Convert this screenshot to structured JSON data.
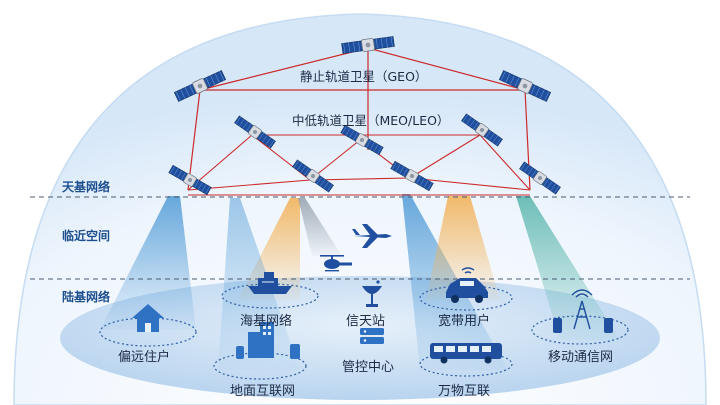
{
  "orbits": {
    "geo": "静止轨道卫星（GEO）",
    "meo_leo": "中低轨道卫星（MEO/LEO）"
  },
  "layers": {
    "space": "天基网络",
    "near_space": "临近空间",
    "ground": "陆基网络"
  },
  "nodes": {
    "remote_homes": "偏远住户",
    "maritime": "海基网络",
    "gateway": "信天站",
    "broadband": "宽带用户",
    "mobile": "移动通信网",
    "terrestrial": "地面互联网",
    "control": "管控中心",
    "iot": "万物互联"
  },
  "colors": {
    "dome": "#e3eefb",
    "ground_ellipse": "#c9def3",
    "satellite_panel": "#1f4f9e",
    "orbit_link": "#cc2a2a",
    "beam_blue": "#4f9ad6",
    "beam_orange": "#f2b35a",
    "beam_teal": "#5fb8b0",
    "beam_gray": "#a9b4bf",
    "layer_label": "#1d4f8f",
    "icon_blue": "#2f72c4"
  }
}
